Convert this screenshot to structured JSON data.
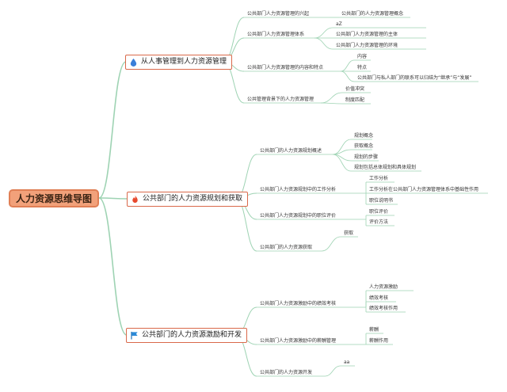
{
  "root": "人力资源思维导图",
  "branches": [
    {
      "title": "从人事管理到人力资源管理",
      "icon": "water-drop-icon",
      "children": [
        {
          "label": "公共部门人力资源管理的兴起",
          "leaves": [
            "公共部门的人力资源管理概念"
          ]
        },
        {
          "label": "公共部门人力资源管理体系",
          "leaves": [
            "aZ",
            "公共部门人力资源管理的主体",
            "公共部门人力资源管理的环境"
          ]
        },
        {
          "label": "公共部门人力资源管理的内容和特点",
          "leaves": [
            "内容",
            "特点",
            "公共部门与私人部门的联系可以归结为“继承”与“发展”"
          ]
        },
        {
          "label": "公共管理背景下的人力资源管理",
          "leaves": [
            "价值冲突",
            "制度匹配"
          ]
        }
      ]
    },
    {
      "title": "公共部门的人力资源规划和获取",
      "icon": "fire-icon",
      "children": [
        {
          "label": "公共部门的人力资源规划概述",
          "leaves": [
            "规划概念",
            "获取概念",
            "规划的步骤",
            "规划包括总体规划和具体规划"
          ]
        },
        {
          "label": "公共部门人力资源规划中的工作分析",
          "leaves": [
            "工作分析",
            "工作分析在公共部门人力资源管理体系中基础性作用",
            "职位说明书"
          ]
        },
        {
          "label": "公共部门人力资源规划中的职位评价",
          "leaves": [
            "职位评价",
            "评价方法"
          ]
        },
        {
          "label": "公共部门的人力资源获取",
          "leaves": [
            "获取"
          ]
        }
      ]
    },
    {
      "title": "公共部门的人力资源激励和开发",
      "icon": "flag-icon",
      "children": [
        {
          "label": "公共部门人力资源激励中的绩效考核",
          "leaves": [
            "人力资源激励",
            "绩效考核",
            "绩效考核作用"
          ]
        },
        {
          "label": "公共部门人力资源激励中的薪酬管理",
          "leaves": [
            "薪酬",
            "薪酬作用"
          ]
        },
        {
          "label": "公共部门的人力资源开发",
          "leaves": [
            "aa"
          ]
        }
      ]
    }
  ],
  "colors": {
    "line": "#9ed3b3",
    "root_fill": "#f2a17a",
    "branch_border": "#d9694a"
  }
}
